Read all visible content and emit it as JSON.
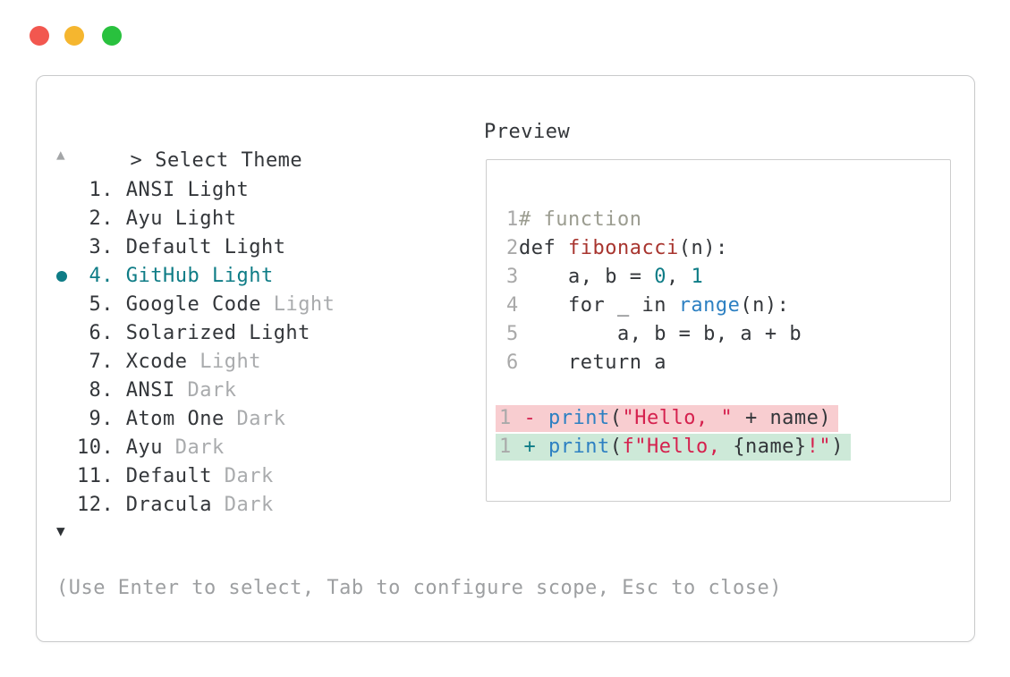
{
  "window": {
    "controls": [
      {
        "name": "close",
        "color": "#f2574f"
      },
      {
        "name": "minimize",
        "color": "#f5b62f"
      },
      {
        "name": "maximize",
        "color": "#29c13e"
      }
    ]
  },
  "prompt": {
    "caret": ">",
    "title": "Select Theme"
  },
  "list": {
    "scroll_up_symbol": "▲",
    "scroll_down_symbol": "▼",
    "items": [
      {
        "number": "1.",
        "name": "ANSI Light",
        "variant": "",
        "selected": false
      },
      {
        "number": "2.",
        "name": "Ayu Light",
        "variant": "",
        "selected": false
      },
      {
        "number": "3.",
        "name": "Default Light",
        "variant": "",
        "selected": false
      },
      {
        "number": "4.",
        "name": "GitHub Light",
        "variant": "",
        "selected": true
      },
      {
        "number": "5.",
        "name": "Google Code",
        "variant": "Light",
        "selected": false
      },
      {
        "number": "6.",
        "name": "Solarized Light",
        "variant": "",
        "selected": false
      },
      {
        "number": "7.",
        "name": "Xcode",
        "variant": "Light",
        "selected": false
      },
      {
        "number": "8.",
        "name": "ANSI",
        "variant": "Dark",
        "selected": false
      },
      {
        "number": "9.",
        "name": "Atom One",
        "variant": "Dark",
        "selected": false
      },
      {
        "number": "10.",
        "name": "Ayu",
        "variant": "Dark",
        "selected": false
      },
      {
        "number": "11.",
        "name": "Default",
        "variant": "Dark",
        "selected": false
      },
      {
        "number": "12.",
        "name": "Dracula",
        "variant": "Dark",
        "selected": false
      }
    ]
  },
  "preview": {
    "label": "Preview",
    "code_lines": [
      {
        "number": "1",
        "tokens": [
          {
            "text": "# function",
            "type": "comment"
          }
        ]
      },
      {
        "number": "2",
        "tokens": [
          {
            "text": "def ",
            "type": "plain"
          },
          {
            "text": "fibonacci",
            "type": "function"
          },
          {
            "text": "(n):",
            "type": "plain"
          }
        ]
      },
      {
        "number": "3",
        "tokens": [
          {
            "text": "    a, b = ",
            "type": "plain"
          },
          {
            "text": "0",
            "type": "number"
          },
          {
            "text": ", ",
            "type": "plain"
          },
          {
            "text": "1",
            "type": "number"
          }
        ]
      },
      {
        "number": "4",
        "tokens": [
          {
            "text": "    for _ in ",
            "type": "plain"
          },
          {
            "text": "range",
            "type": "builtin"
          },
          {
            "text": "(n):",
            "type": "plain"
          }
        ]
      },
      {
        "number": "5",
        "tokens": [
          {
            "text": "        a, b = b, a + b",
            "type": "plain"
          }
        ]
      },
      {
        "number": "6",
        "tokens": [
          {
            "text": "    return a",
            "type": "plain"
          }
        ]
      }
    ],
    "diff_lines": [
      {
        "number": "1",
        "sign": "-",
        "kind": "removed",
        "tokens": [
          {
            "text": "print",
            "type": "builtin"
          },
          {
            "text": "(",
            "type": "plain"
          },
          {
            "text": "\"Hello, \"",
            "type": "string"
          },
          {
            "text": " + name)",
            "type": "plain"
          }
        ]
      },
      {
        "number": "1",
        "sign": "+",
        "kind": "added",
        "tokens": [
          {
            "text": "print",
            "type": "builtin"
          },
          {
            "text": "(",
            "type": "plain"
          },
          {
            "text": "f\"Hello, ",
            "type": "string"
          },
          {
            "text": "{name}",
            "type": "plain"
          },
          {
            "text": "!\"",
            "type": "string"
          },
          {
            "text": ")",
            "type": "plain"
          }
        ]
      }
    ]
  },
  "help": {
    "text": "(Use Enter to select, Tab to configure scope, Esc to close)"
  },
  "colors": {
    "accent_teal": "#0e7c86",
    "text_dark": "#33363a",
    "text_gray": "#a9abad",
    "comment": "#9b9c90",
    "function_red": "#a8352f",
    "builtin_blue": "#2d80c2",
    "string_crimson": "#d5214e",
    "number_teal": "#0e7c86",
    "diff_removed_bg": "#f8cdd0",
    "diff_added_bg": "#cde9d8"
  }
}
